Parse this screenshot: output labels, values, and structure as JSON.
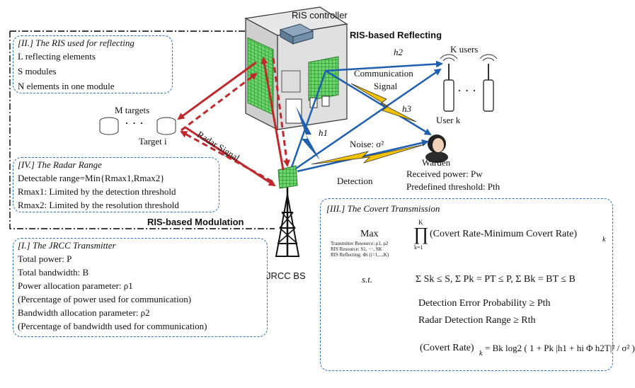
{
  "ris_box": {
    "title": "[II.] The RIS used for reflecting",
    "lines": [
      "L reflecting elements",
      "S modules",
      "N elements in one module"
    ]
  },
  "radar_box": {
    "title": "[IV.] The Radar Range",
    "lines": [
      "Detectable range=Min{Rmax1,Rmax2}",
      "Rmax1: Limited by the detection threshold",
      "Rmax2: Limited by the resolution threshold"
    ]
  },
  "jrcc_box": {
    "title": "[I.] The JRCC Transmitter",
    "lines": [
      "Total power: P",
      "Total bandwidth: B",
      "Power allocation parameter: ρ1",
      "(Percentage of power used for communication)",
      "Bandwidth allocation parameter: ρ2",
      "(Percentage of bandwidth used for communication)"
    ]
  },
  "covert_box": {
    "title": "[III.] The Covert Transmission",
    "max_label": "Max",
    "max_sub": [
      "Transmitter Resource: ρ1, ρ2",
      "RIS Resource: S1, ···, SK",
      "RIS Reflecting: Φi (i=1,...,K)"
    ],
    "objective": "(Covert Rate-Minimum Covert Rate)",
    "objective_sub": "k",
    "prod_top": "K",
    "prod_bottom": "k=1",
    "st_label": "s.t.",
    "constraint_1": "Σ Sk ≤ S,   Σ Pk = PT ≤ P,   Σ Bk = BT ≤ B",
    "constraint_2": "Detection Error Probability ≥ Pth",
    "constraint_3": "Radar Detection Range ≥ Rth",
    "rate_lhs": "(Covert Rate)",
    "rate_lhs_sub": "k",
    "rate_rhs": "= Bk log2 ( 1 + Pk |h1 + hi Φ h2T|² / σ² )"
  },
  "labels": {
    "ris_controller": "RIS controller",
    "ris_reflecting": "RIS-based Reflecting",
    "ris_modulation": "RIS-based Modulation",
    "k_users": "K users",
    "user_k": "User k",
    "m_targets": "M targets",
    "target_i": "Target i",
    "radar_signal": "Radar Signal",
    "communication_signal_1": "Communication",
    "communication_signal_2": "Signal",
    "noise": "Noise: σ²",
    "detection": "Detection",
    "warden": "Warden",
    "received_power": "Received power: Pw",
    "predefined_threshold": "Predefined threshold: Pth",
    "jrcc_bs": "JRCC BS",
    "h1": "h1",
    "h2": "h2",
    "h3": "h3",
    "dots_targets": "· · ·",
    "dots_users": "· · ·"
  },
  "colors": {
    "box_border": "#2f6fb4",
    "radar_arrow": "#c0282d",
    "comm_line": "#1f5fae",
    "lightning": "#f2c200",
    "ris_green": "#3aa83a"
  }
}
